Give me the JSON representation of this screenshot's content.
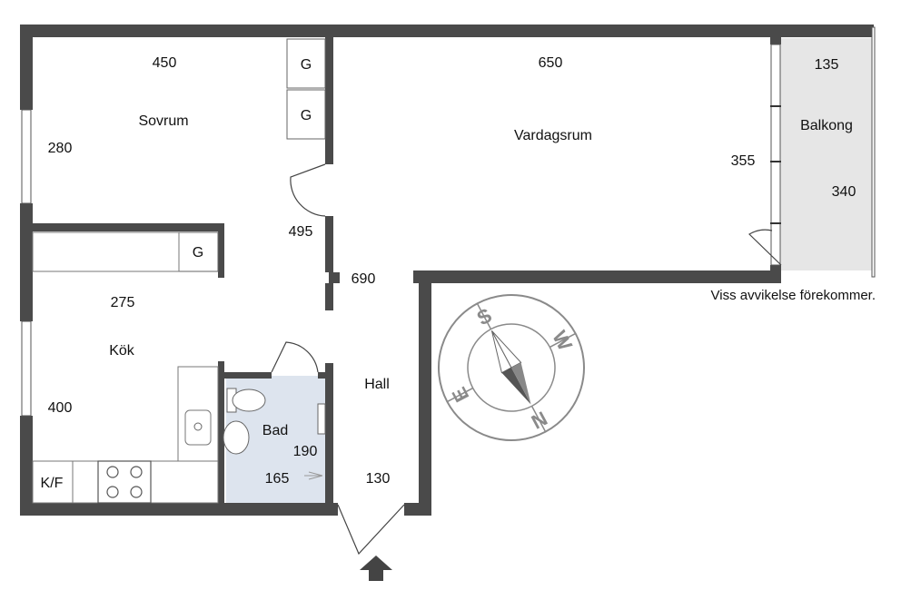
{
  "rooms": {
    "sovrum": {
      "name": "Sovrum",
      "width": "450",
      "depth": "280"
    },
    "vardagsrum": {
      "name": "Vardagsrum",
      "width": "650",
      "depth": "355"
    },
    "balkong": {
      "name": "Balkong",
      "width": "135",
      "depth": "340"
    },
    "kok": {
      "name": "Kök",
      "width": "275",
      "depth": "400"
    },
    "bad": {
      "name": "Bad",
      "width": "165",
      "depth": "190"
    },
    "hall": {
      "name": "Hall",
      "width": "130",
      "depth": "690",
      "extra": "495"
    }
  },
  "fixtures": {
    "wardrobe": "G",
    "fridge": "K/F"
  },
  "notice": "Viss avvikelse förekommer.",
  "compass": {
    "n": "N",
    "s": "S",
    "e": "E",
    "w": "W"
  },
  "colors": {
    "wall": "#4a4a4a",
    "balcony_fill": "#e6e6e6",
    "bathroom_fill": "#dde4ee",
    "compass": "#8a8a8a"
  }
}
